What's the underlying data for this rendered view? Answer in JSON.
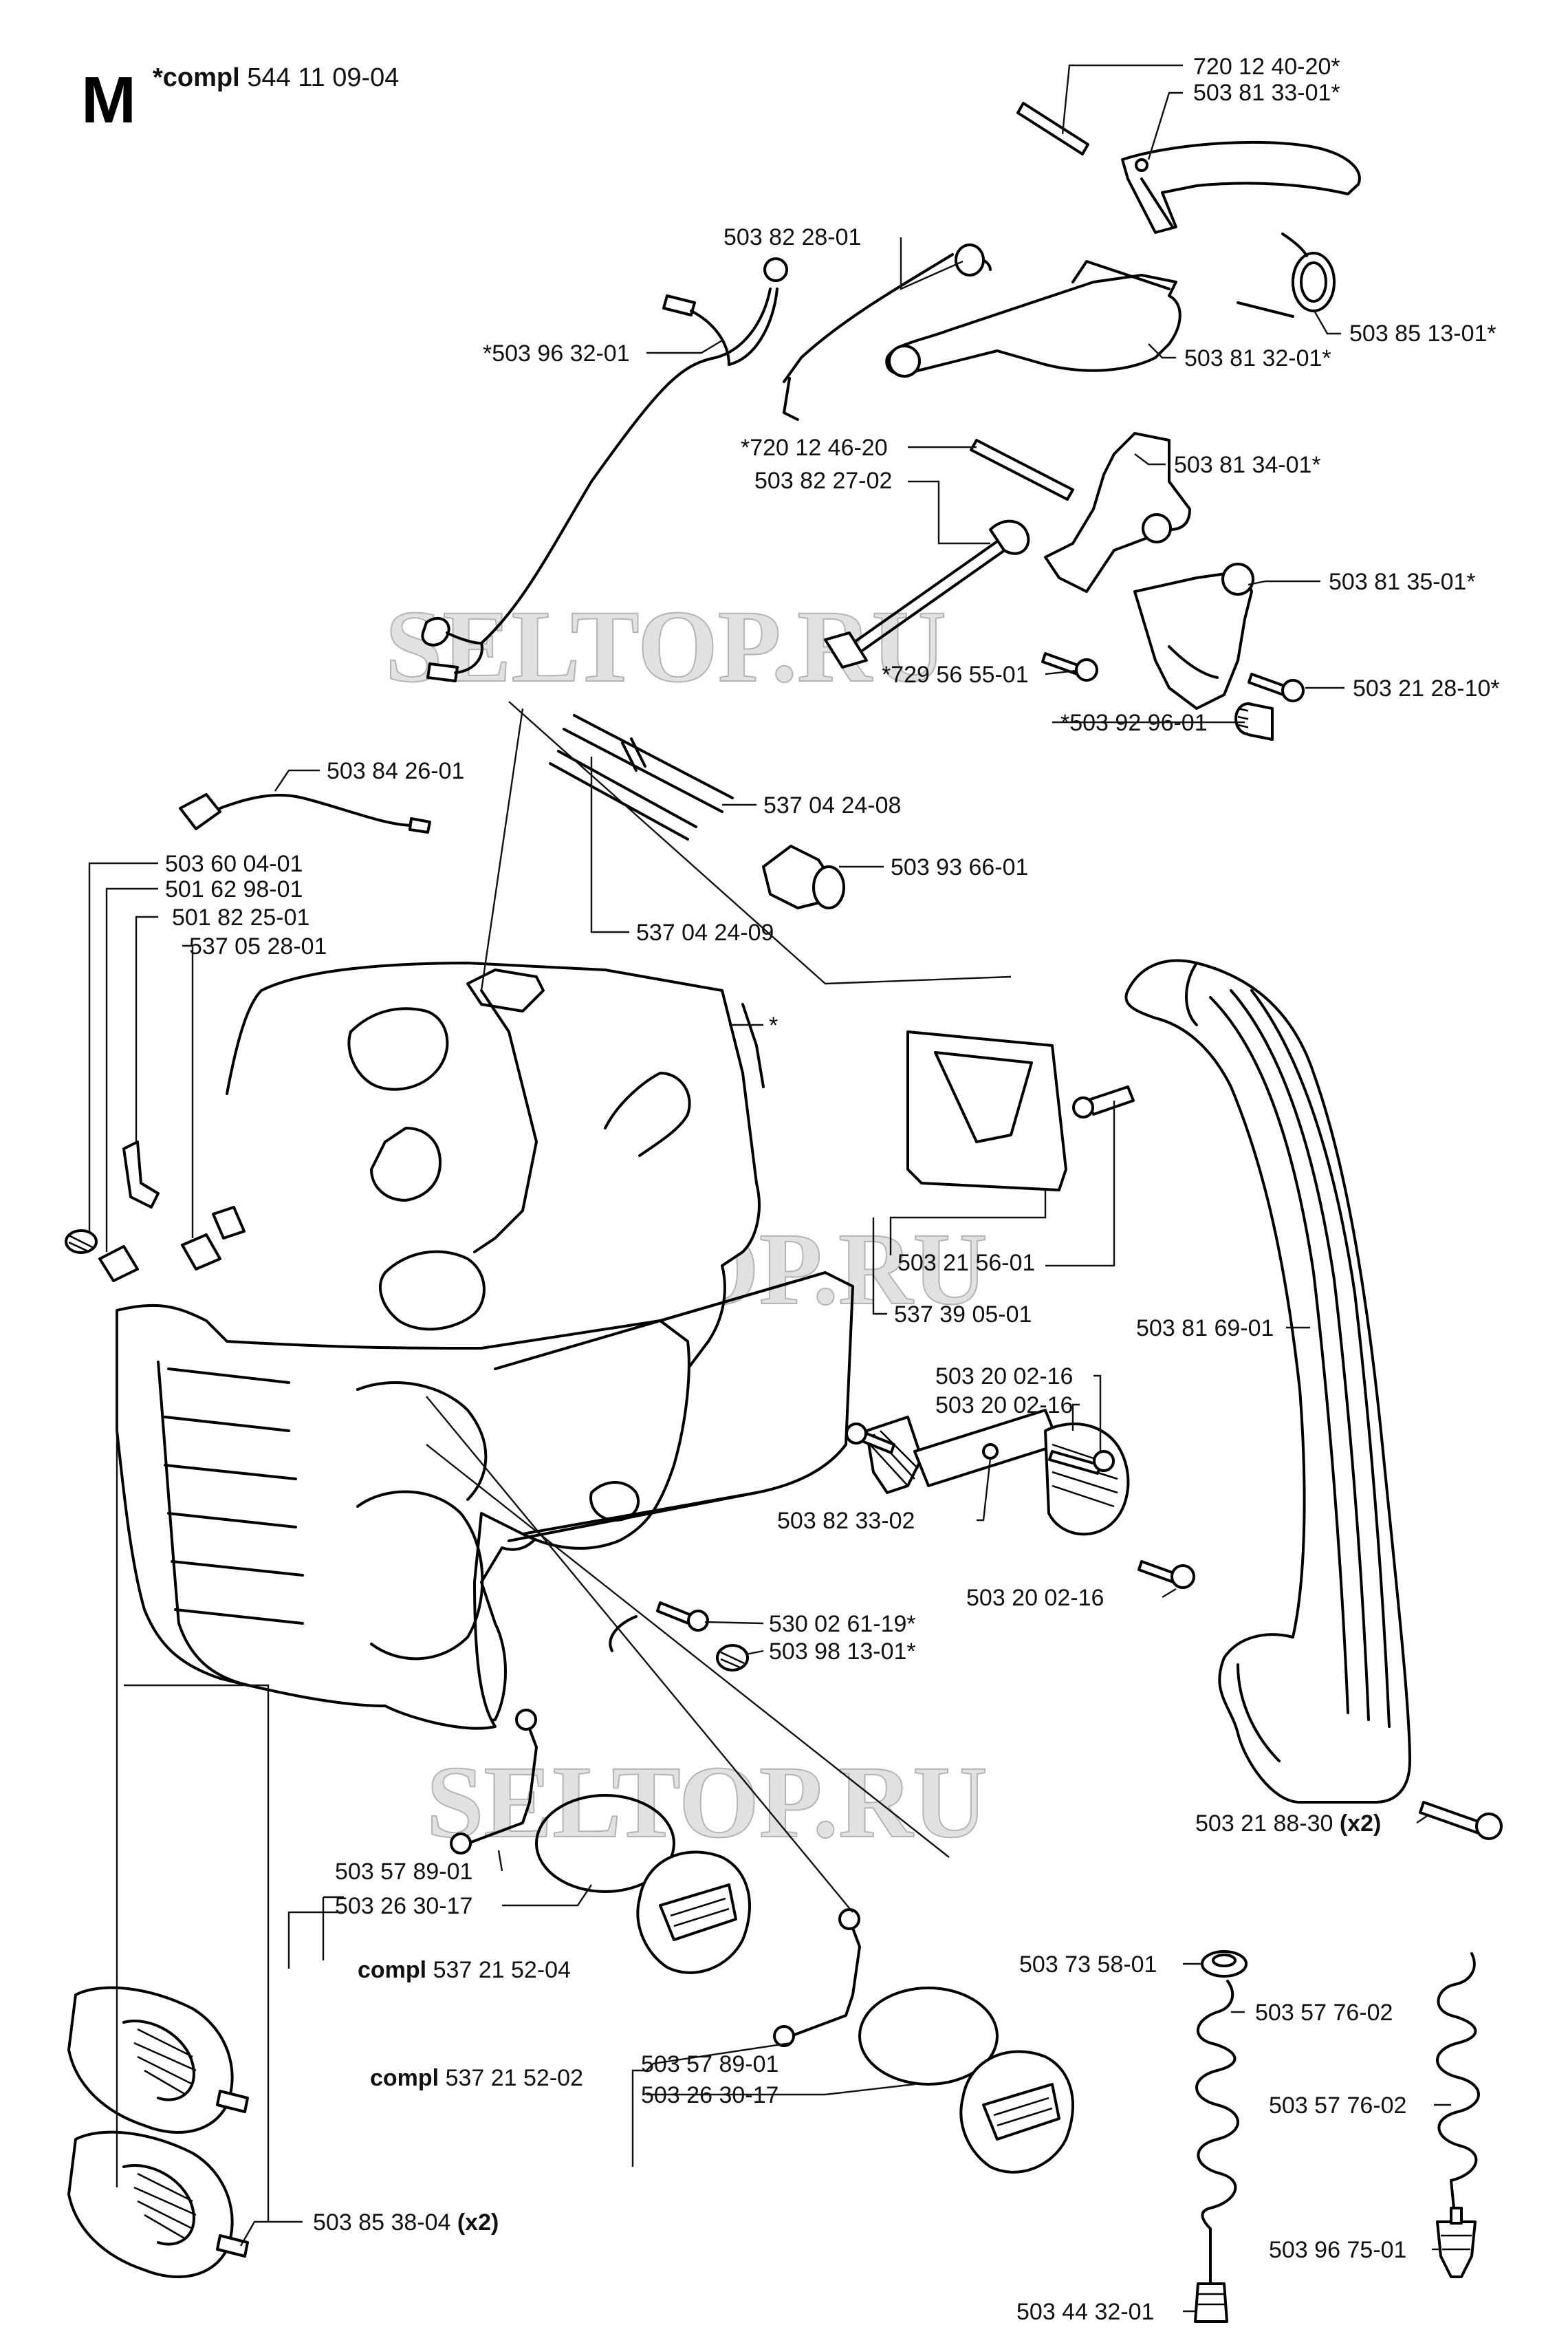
{
  "header": {
    "section_letter": "M",
    "compl_prefix": "*compl",
    "compl_number": "544 11 09-04"
  },
  "watermarks": [
    "SELTOP.RU",
    "SELTOP.RU",
    "SELTOP.RU"
  ],
  "labels": {
    "p720124020": "720 12 40-20*",
    "p503813301": "503 81 33-01*",
    "p503822801": "503 82 28-01",
    "p503851301": "503 85 13-01*",
    "p503963201": "*503 96 32-01",
    "p503813201": "503 81 32-01*",
    "p720124620": "*720 12 46-20",
    "p503822702": "503 82 27-02",
    "p503813401": "503 81 34-01*",
    "p503813501": "503 81 35-01*",
    "p729565501": "*729 56 55-01",
    "p503212810": "503 21 28-10*",
    "p503929601": "*503 92 96-01",
    "p503842601": "503 84 26-01",
    "p537042408": "537 04 24-08",
    "p503936601": "503 93 66-01",
    "p503600401": "503 60 04-01",
    "p501629801": "501 62 98-01",
    "p501822501": "501 82 25-01",
    "p537052801": "537 05 28-01",
    "p537042409": "537 04 24-09",
    "star": "*",
    "p503215601": "503 21 56-01",
    "p537390501": "537 39 05-01",
    "p503816901": "503 81 69-01",
    "p503200216a": "503 20 02-16",
    "p503200216b": "503 20 02-16",
    "p503823302": "503 82 33-02",
    "p503200216c": "503 20 02-16",
    "p530026119": "530 02 61-19*",
    "p503981301": "503 98 13-01*",
    "p503218830": "503 21 88-30",
    "p503218830_qty": "(x2)",
    "p503578901a": "503 57 89-01",
    "p503263017a": "503 26 30-17",
    "compl_a_word": "compl",
    "compl_a_num": "537 21 52-04",
    "p503735801": "503 73 58-01",
    "compl_b_word": "compl",
    "compl_b_num": "537 21 52-02",
    "p503578901b": "503 57 89-01",
    "p503263017b": "503 26 30-17",
    "p503577602a": "503 57 76-02",
    "p503577602b": "503 57 76-02",
    "p503853804": "503 85 38-04",
    "p503853804_qty": "(x2)",
    "p503443201": "503 44 32-01",
    "p503967501": "503 96 75-01"
  }
}
